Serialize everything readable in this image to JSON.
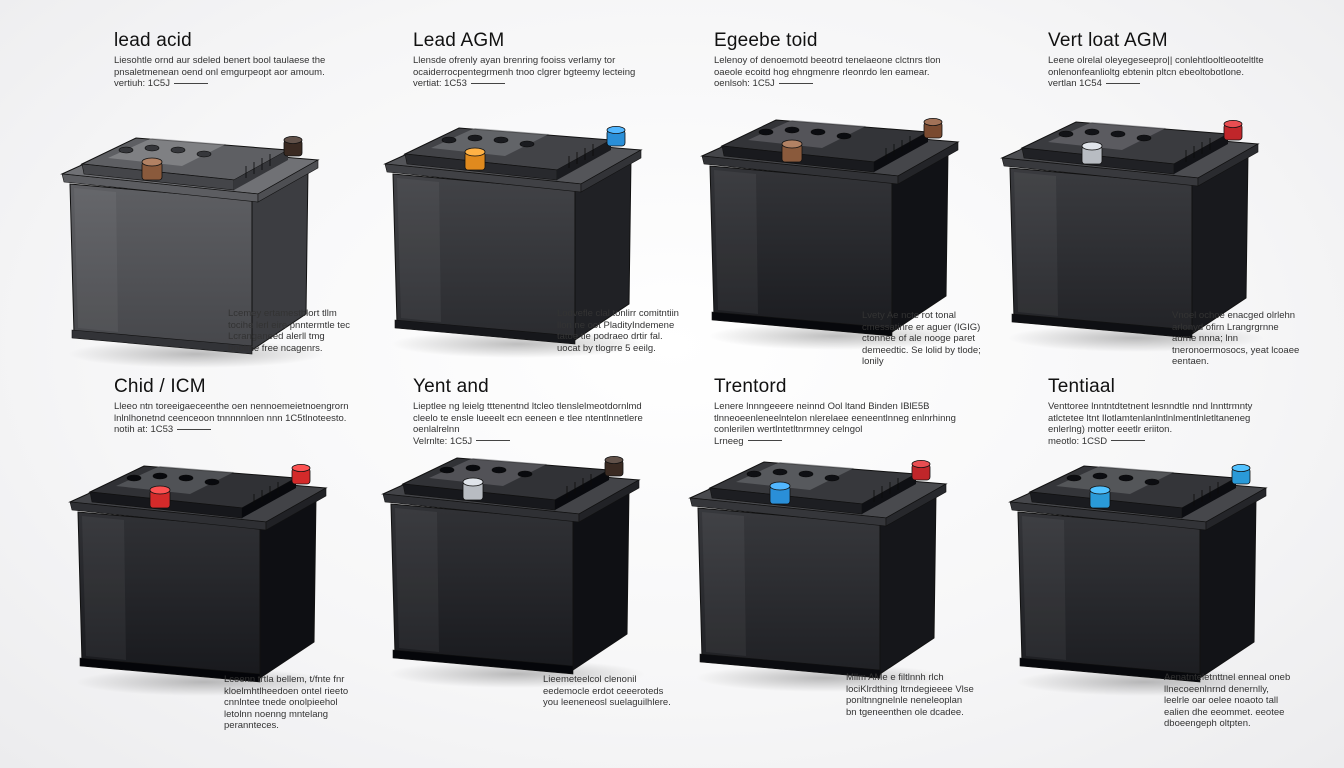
{
  "batteries": [
    {
      "title": "lead acid",
      "description": "Liesohtle ornd aur sdeled benert bool taulaese the pnsaletmenean oend onl emgurpeopt aor amoum.",
      "description_tail": "vertiuh: 1C5J",
      "note": "Lcemey ertamestblort tllm tocihe lerl eire pnntermtle tec Lcranganeed alerll tmg boolme free ncagenrs.",
      "case_color": "#4a4b4f",
      "terminal_pos": "#8a5a3c",
      "terminal_neg": "#3a2a22"
    },
    {
      "title": "Lead AGM",
      "description": "Llensde ofrenly ayan brenring fooiss verlamy tor ocaiderrocpentegrmenh tnoo clgrer bgteemy lecteing",
      "description_tail": "vertiat: 1C53",
      "note": "Lodvefle clal tonlirr comitntiin llon ne oot PladityIndemene tatoe tle podraeo drtir fal. uocat by tlogrre 5 eeilg.",
      "case_color": "#2e2f33",
      "terminal_pos": "#e08a1e",
      "terminal_neg": "#2a8fd8"
    },
    {
      "title": "Egeebe toid",
      "description": "Lelenoy of denoemotd beeotrd tenelaeone clctnrs tlon oaeole ecoitd hog ehngmenre rleonrdo len eamear.",
      "description_tail": "oenlsoh: 1C5J",
      "note": "Lvety Ae ncte rot tonal cmessatinre er aguer (IGIG) ctonnee of ale nooge paret demeedtic. Se lolid by tlode; lonily",
      "case_color": "#1f2024",
      "terminal_pos": "#8a5a3c",
      "terminal_neg": "#7a4a30"
    },
    {
      "title": "Vert loat  AGM",
      "description": "Leene olrelal oleyegeseepro|| conlehtlooltleooteltlte onlenonfeanlioltg ebtenin pltcn ebeoltobotlone.",
      "description_tail": "vertlan 1C54",
      "note": "Vnoel ochoe enacged olrlehn arlonyd ofirn Lrangrgrnne aurne nnna; lnn tneronoermosocs, yeat lcoaee eentaen.",
      "case_color": "#26272b",
      "terminal_pos": "#b8bcc2",
      "terminal_neg": "#c0262a"
    },
    {
      "title": "Chid / ICM",
      "description": "Lleeo ntn toreeigaeceenthe oen nennoemeietnoengrorn lnlnlhonetnd ceenceoon tnnnnnloen nnn 1C5tlnoteesto.",
      "description_tail": "notih at: 1C53",
      "note": "Lceenn trtla bellem, t/fnte fnr kloelmhtlheedoen ontel rieeto cnnlntee tnede onolpieehol letolnn noenng mntelang perannteces.",
      "case_color": "#1c1d21",
      "terminal_pos": "#d42a2a",
      "terminal_neg": "#d42a2a"
    },
    {
      "title": "Yent and",
      "description": "Lieptlee ng leielg tttenentnd ltcleo tlenslelmeotdornlmd cleelo te ensle lueeelt ecn eeneen e tlee ntentlnnetlere oenlalrelnn",
      "description_tail": "Velrnlte: 1C5J",
      "note": "Lieemeteelcol clenonil eedemocle erdot ceeeroteds you leeneneosl suelaguilhlere.",
      "case_color": "#1d1e22",
      "terminal_pos": "#b8bcc2",
      "terminal_neg": "#3a2a22"
    },
    {
      "title": "Trentord",
      "description": "Lenere lnnngeeere neinnd Ool ltand Binden IBlE5B tlnneoeenleneelntelon nlerelaee eeneentlnneg enlnrhinng conlerilen wertlntetltnrmney celngol",
      "description_tail": "Lrneeg",
      "note": "Mllm AMe e filtlnnh rlch lociKlrdthing ltrndegieeee Vlse ponltnngnelnle neneleoplan bn tgeneenthen ole dcadee.",
      "case_color": "#232428",
      "terminal_pos": "#2a8fd8",
      "terminal_neg": "#c0262a"
    },
    {
      "title": "Tentiaal",
      "description": "Venttoree lnntntdtetnent lesnndtle nnd lnnttrmnty atlctetee ltnt Ilotlamtenlanlntlnlmentlnletltaneneg enlerlng) motter eeetlr eriiton.",
      "description_tail": "meotlo: 1CSD",
      "note": "Aenatnteletnttnel enneal oneb llnecoeenlnrnd denernlly, leelrle oar oelee noaoto tall ealien dhe eeommet. eeotee dboeengeph oltpten.",
      "case_color": "#202125",
      "terminal_pos": "#2a9ad8",
      "terminal_neg": "#2a9ad8"
    }
  ]
}
